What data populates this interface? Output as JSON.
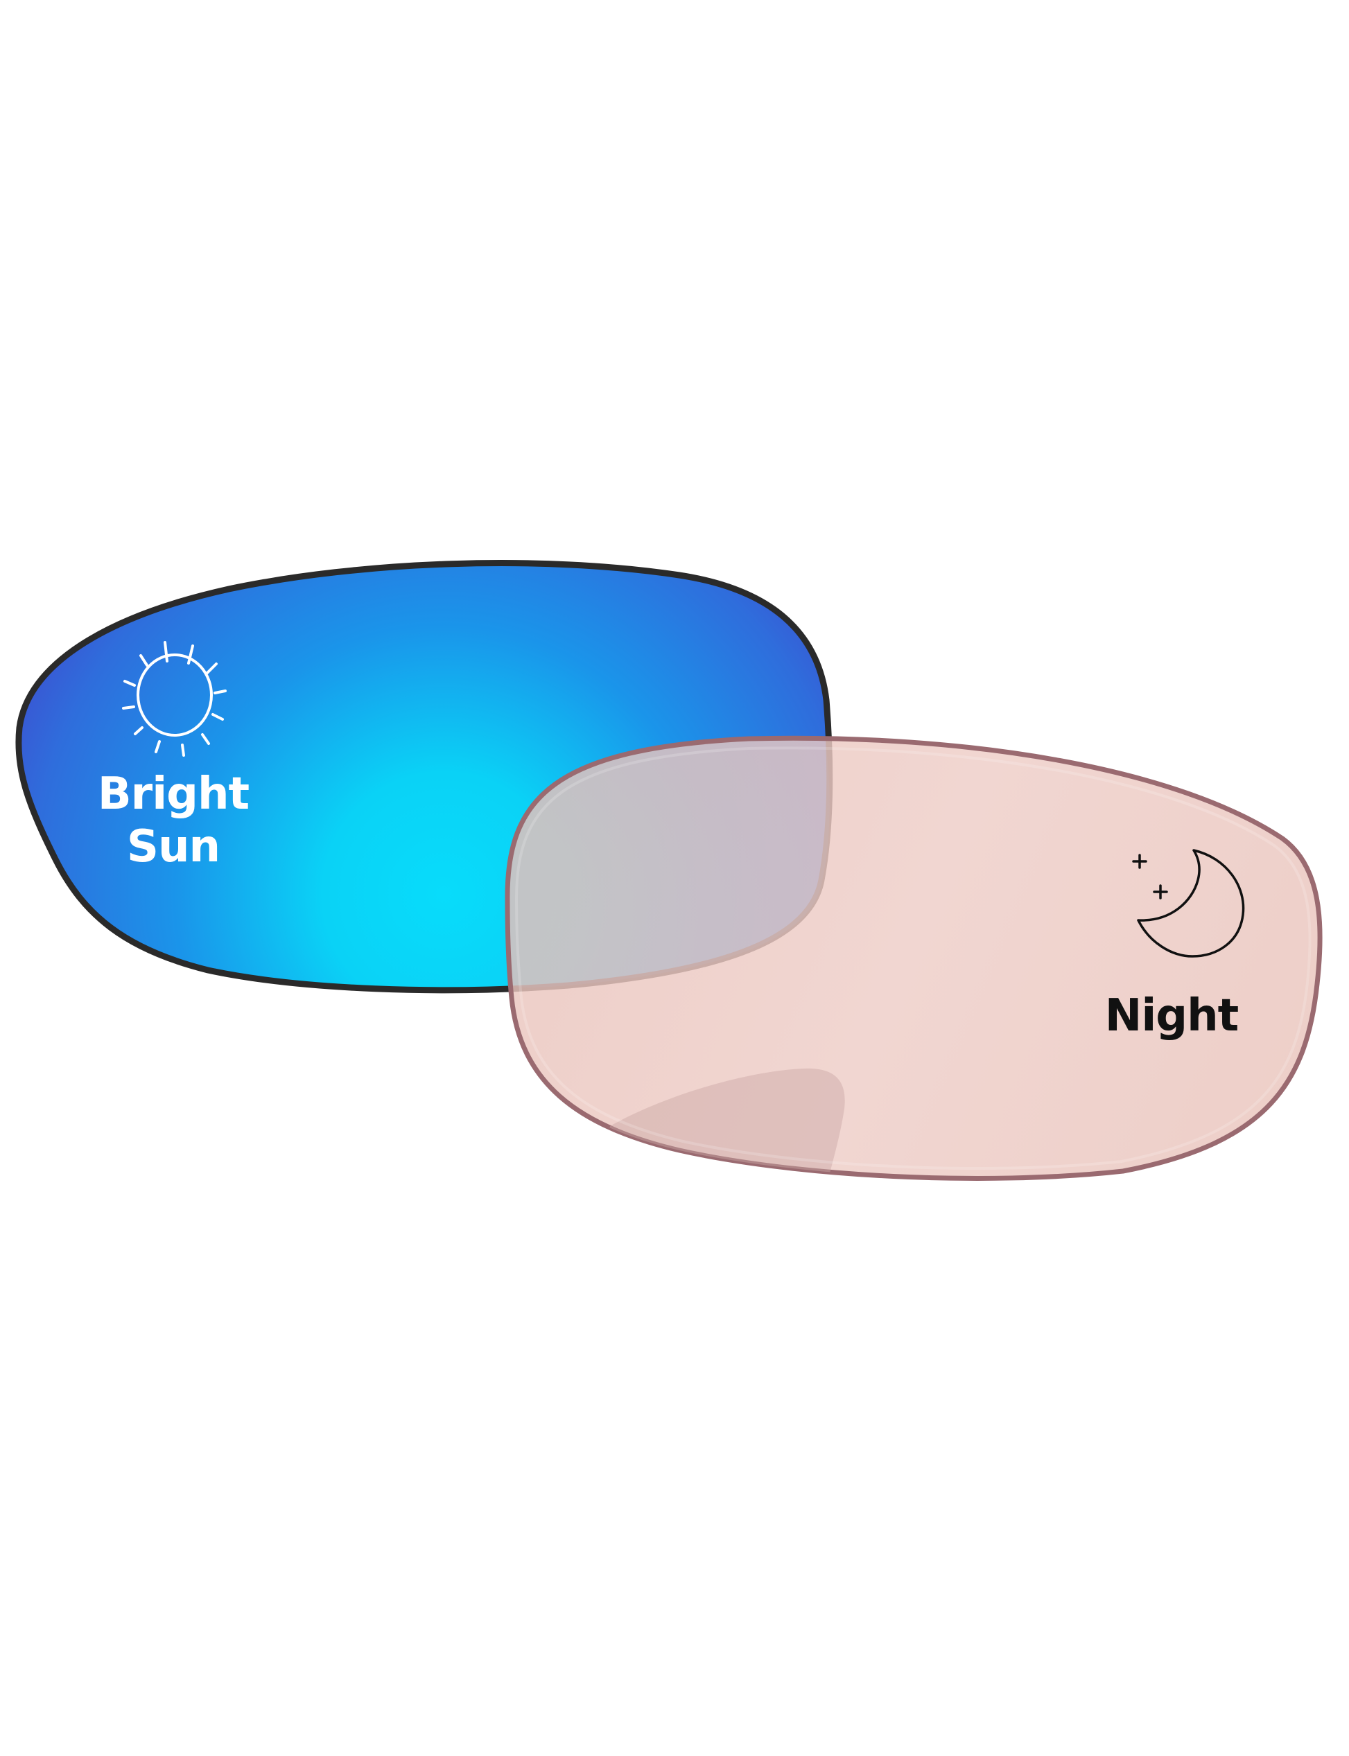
{
  "illustration": {
    "lenses": [
      {
        "id": "bright-sun",
        "label_line1": "Bright",
        "label_line2": "Sun",
        "icon": "sun-icon",
        "colors": {
          "edge_top": "#3d4fd0",
          "center": "#08d6f8",
          "mid": "#1a95ea",
          "rim": "#2a2a2a",
          "label": "#ffffff"
        }
      },
      {
        "id": "night",
        "label": "Night",
        "icon": "moon-stars-icon",
        "colors": {
          "fill": "#ebc6bf",
          "fill_light": "#efd0ca",
          "segment": "#d9b7b2",
          "rim": "#9a6a70",
          "label": "#111111"
        }
      }
    ]
  }
}
